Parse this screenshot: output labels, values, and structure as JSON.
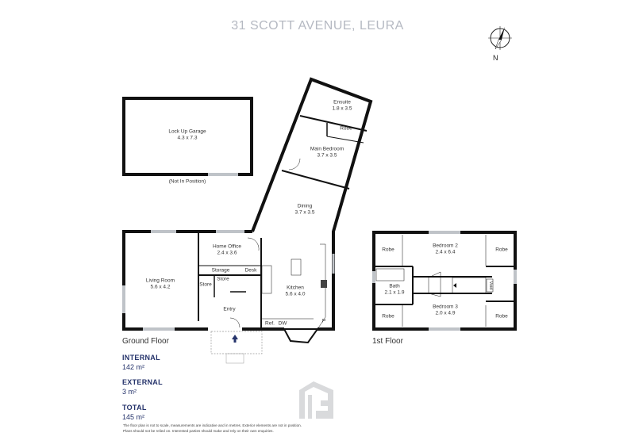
{
  "title": "31 SCOTT AVENUE, LEURA",
  "compass": {
    "label": "N",
    "icon": "compass-icon"
  },
  "ground_floor": {
    "label": "Ground Floor",
    "rooms": [
      {
        "name": "Lock Up Garage",
        "size": "4.3 x 7.3"
      },
      {
        "name": "Ensuite",
        "size": "1.8 x 3.5"
      },
      {
        "name": "Robe",
        "size": ""
      },
      {
        "name": "Main Bedroom",
        "size": "3.7 x 3.5"
      },
      {
        "name": "Dining",
        "size": "3.7 x 3.5"
      },
      {
        "name": "Home Office",
        "size": "2.4 x 3.6"
      },
      {
        "name": "Living Room",
        "size": "5.6 x 4.2"
      },
      {
        "name": "Kitchen",
        "size": "5.6 x 4.0"
      },
      {
        "name": "Entry",
        "size": ""
      },
      {
        "name": "Storage",
        "size": ""
      },
      {
        "name": "Desk",
        "size": ""
      },
      {
        "name": "Store",
        "size": ""
      },
      {
        "name": "Store",
        "size": ""
      },
      {
        "name": "Ref.",
        "size": ""
      },
      {
        "name": "DW",
        "size": ""
      },
      {
        "name": "P",
        "size": ""
      }
    ],
    "garage_note": "(Not In Position)"
  },
  "first_floor": {
    "label": "1st Floor",
    "rooms": [
      {
        "name": "Robe",
        "size": ""
      },
      {
        "name": "Bedroom 2",
        "size": "2.4 x 6.4"
      },
      {
        "name": "Robe",
        "size": ""
      },
      {
        "name": "Bath",
        "size": "2.1 x 1.9"
      },
      {
        "name": "Void",
        "size": ""
      },
      {
        "name": "Robe",
        "size": ""
      },
      {
        "name": "Bedroom 3",
        "size": "2.0 x 4.9"
      },
      {
        "name": "Robe",
        "size": ""
      }
    ]
  },
  "stats": {
    "internal_label": "INTERNAL",
    "internal_value": "142 m²",
    "external_label": "EXTERNAL",
    "external_value": "3 m²",
    "total_label": "TOTAL",
    "total_value": "145 m²"
  },
  "disclaimer": {
    "line1": "The floor plan is not to scale, measurements are indicative and in metres. Exterior elements are not in position.",
    "line2": "Plans should not be relied on. Interested parties should make and rely on their own enquiries."
  },
  "colors": {
    "wall": "#111111",
    "accent": "#25336b",
    "title": "#b5b9c2",
    "window": "#bfc3c8"
  }
}
